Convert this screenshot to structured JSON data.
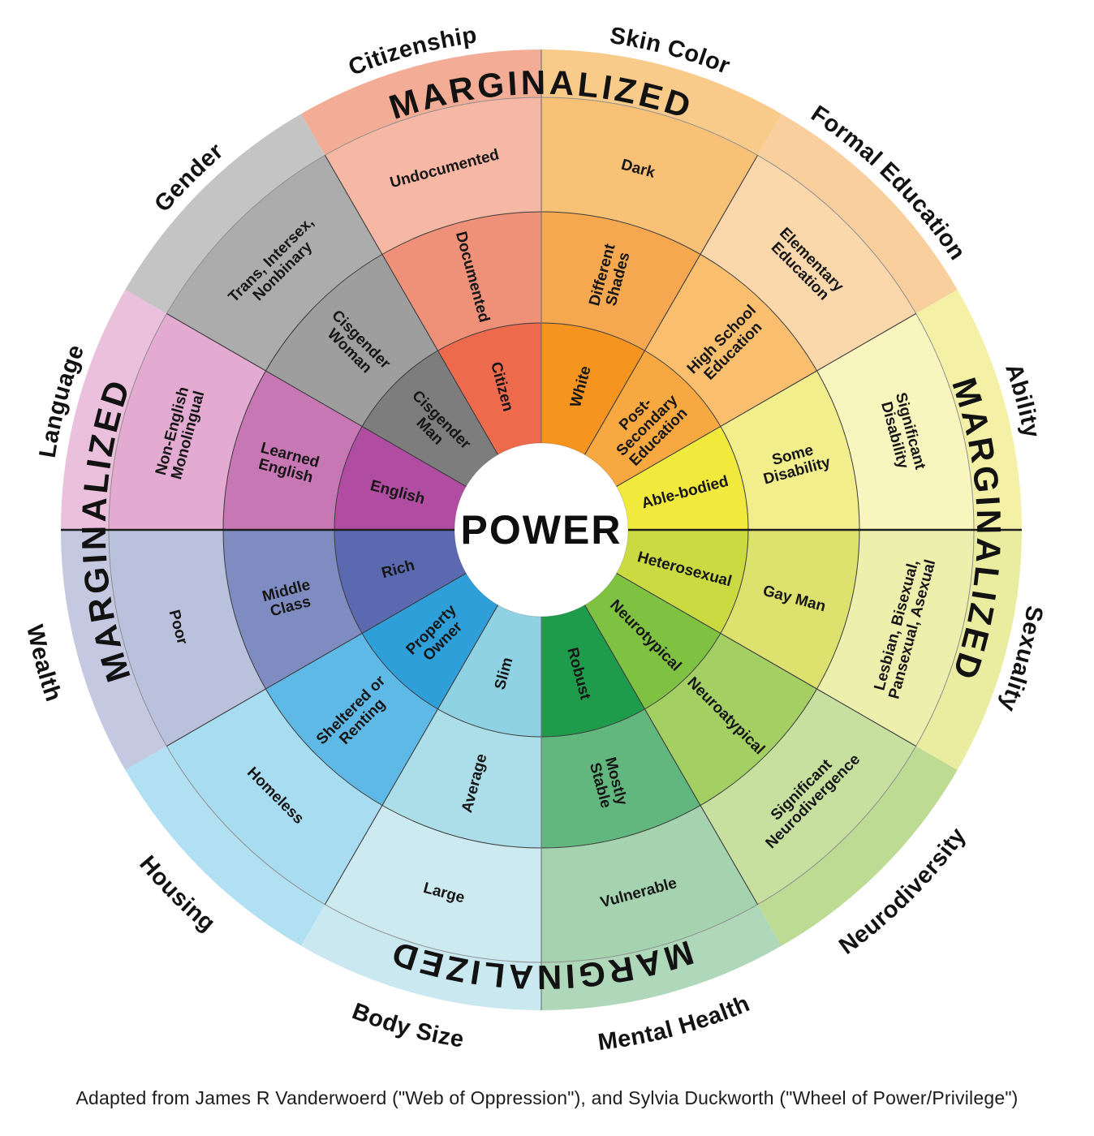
{
  "center": {
    "label": "POWER"
  },
  "band": {
    "word": "MARGINALIZED",
    "angles": [
      90,
      0,
      -90,
      180
    ]
  },
  "caption": "Adapted from James R Vanderwoerd (\"Web of Oppression\"), and Sylvia Duckworth (\"Wheel of Power/Privilege\")",
  "sectors": [
    {
      "category": "Citizenship",
      "label_flow": "cw",
      "colors": {
        "inner": "#ED6A4D",
        "middle": "#EF9078",
        "outer": "#F6B7A4",
        "band": "#F3AC96"
      },
      "labels": {
        "inner": [
          "Citizen"
        ],
        "middle": [
          "Documented"
        ],
        "outer": [
          "Undocumented"
        ]
      }
    },
    {
      "category": "Skin Color",
      "label_flow": "cw",
      "colors": {
        "inner": "#F5941F",
        "middle": "#F6A851",
        "outer": "#F8C176",
        "band": "#F8CB8B"
      },
      "labels": {
        "inner": [
          "White"
        ],
        "middle": [
          "Different",
          "Shades"
        ],
        "outer": [
          "Dark"
        ]
      }
    },
    {
      "category": "Formal Education",
      "label_flow": "cw",
      "colors": {
        "inner": "#F7A840",
        "middle": "#F9BF6E",
        "outer": "#FAD8AC",
        "band": "#F8CF9D"
      },
      "labels": {
        "inner": [
          "Post-",
          "Secondary",
          "Education"
        ],
        "middle": [
          "High School",
          "Education"
        ],
        "outer": [
          "Elementary",
          "Education"
        ]
      }
    },
    {
      "category": "Ability",
      "label_flow": "cw",
      "colors": {
        "inner": "#F1E93B",
        "middle": "#F1EE8B",
        "outer": "#F8F5BE",
        "band": "#F4F1A6"
      },
      "labels": {
        "inner": [
          "Able-bodied"
        ],
        "middle": [
          "Some",
          "Disability"
        ],
        "outer": [
          "Significant",
          "Disability"
        ]
      }
    },
    {
      "category": "Sexuality",
      "label_flow": "cw",
      "colors": {
        "inner": "#CBDA40",
        "middle": "#DDE26E",
        "outer": "#EDEFAD",
        "band": "#EAEDA0"
      },
      "labels": {
        "inner": [
          "Heterosexual"
        ],
        "middle": [
          "Gay Man"
        ],
        "outer": [
          "Lesbian, Bisexual,",
          "Pansexual, Asexual"
        ]
      }
    },
    {
      "category": "Neurodiversity",
      "label_flow": "ccw",
      "colors": {
        "inner": "#7FC242",
        "middle": "#A3CF63",
        "outer": "#C7E0A0",
        "band": "#BEDB93"
      },
      "labels": {
        "inner": [
          "Neurotypical"
        ],
        "middle": [
          "Neuroatypical"
        ],
        "outer": [
          "Significant",
          "Neurodivergence"
        ]
      }
    },
    {
      "category": "Mental Health",
      "label_flow": "ccw",
      "colors": {
        "inner": "#1F9C4B",
        "middle": "#62B77E",
        "outer": "#A5D3B0",
        "band": "#AFD8BA"
      },
      "labels": {
        "inner": [
          "Robust"
        ],
        "middle": [
          "Mostly",
          "Stable"
        ],
        "outer": [
          "Vulnerable"
        ]
      }
    },
    {
      "category": "Body Size",
      "label_flow": "ccw",
      "colors": {
        "inner": "#8FD2E3",
        "middle": "#ABDEE9",
        "outer": "#CEEAF1",
        "band": "#C9E8F0"
      },
      "labels": {
        "inner": [
          "Slim"
        ],
        "middle": [
          "Average"
        ],
        "outer": [
          "Large"
        ]
      }
    },
    {
      "category": "Housing",
      "label_flow": "ccw",
      "colors": {
        "inner": "#2E9FD9",
        "middle": "#5FB9E6",
        "outer": "#A7DCF1",
        "band": "#B2E0F3"
      },
      "labels": {
        "inner": [
          "Property",
          "Owner"
        ],
        "middle": [
          "Sheltered or",
          "Renting"
        ],
        "outer": [
          "Homeless"
        ]
      }
    },
    {
      "category": "Wealth",
      "label_flow": "ccw",
      "colors": {
        "inner": "#5A69B0",
        "middle": "#7E8CC1",
        "outer": "#BAC1DC",
        "band": "#C4C9E1"
      },
      "labels": {
        "inner": [
          "Rich"
        ],
        "middle": [
          "Middle",
          "Class"
        ],
        "outer": [
          "Poor"
        ]
      }
    },
    {
      "category": "Language",
      "label_flow": "cw",
      "colors": {
        "inner": "#B04DA2",
        "middle": "#C877B5",
        "outer": "#E3AAD2",
        "band": "#EBC0DC"
      },
      "labels": {
        "inner": [
          "English"
        ],
        "middle": [
          "Learned",
          "English"
        ],
        "outer": [
          "Non-English",
          "Monolingual"
        ]
      }
    },
    {
      "category": "Gender",
      "label_flow": "cw",
      "colors": {
        "inner": "#7D7D7D",
        "middle": "#9E9E9E",
        "outer": "#ACACAC",
        "band": "#C4C4C4"
      },
      "labels": {
        "inner": [
          "Cisgender",
          "Man"
        ],
        "middle": [
          "Cisgender",
          "Woman"
        ],
        "outer": [
          "Trans, Intersex,",
          "Nonbinary"
        ]
      }
    }
  ]
}
